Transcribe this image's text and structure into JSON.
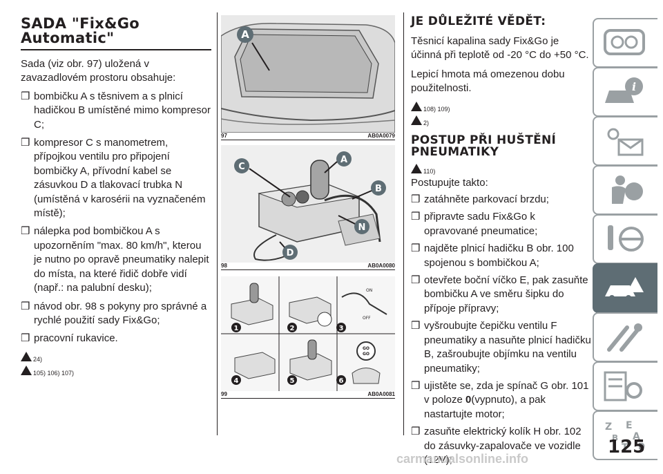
{
  "left": {
    "title": "SADA \"Fix&Go Automatic\"",
    "intro": "Sada (viz obr. 97) uložená v zavazadlovém prostoru obsahuje:",
    "bullets": [
      "bombičku A s těsnivem a s plnicí hadičkou B umístěné mimo kompresor C;",
      "kompresor C s manometrem, přípojkou ventilu pro připojení bombičky A, přívodní kabel se zásuvkou D a tlakovací trubka N (umístěná v karosérii na vyznačeném místě);",
      "nálepka pod bombičkou A s upozorněním \"max. 80 km/h\", kterou je nutno po opravě pneumatiky nalepit do místa, na které řidič dobře vidí (např.: na palubní desku);",
      "návod obr. 98 s pokyny pro správné a rychlé použití sady Fix&Go;",
      "pracovní rukavice."
    ],
    "warn1": "24)",
    "warn2": "105) 106) 107)"
  },
  "middle": {
    "fig97": {
      "num": "97",
      "code": "AB0A0079",
      "label_a": "A"
    },
    "fig98": {
      "num": "98",
      "code": "AB0A0080",
      "labels": [
        "A",
        "B",
        "C",
        "N",
        "D"
      ]
    },
    "fig99": {
      "num": "99",
      "code": "AB0A0081",
      "steps": [
        "1",
        "2",
        "3",
        "4",
        "5",
        "6"
      ],
      "on_label": "ON",
      "off_label": "OFF",
      "go_label": "GO"
    }
  },
  "right": {
    "title1": "JE DŮLEŽITÉ VĚDĚT:",
    "p1": "Těsnicí kapalina sady Fix&Go je účinná při teplotě od -20 °C do +50 °C.",
    "p2": "Lepicí hmota má omezenou dobu použitelnosti.",
    "warn1": "108) 109)",
    "warn2": "2)",
    "title2": "POSTUP PŘI HUŠTĚNÍ PNEUMATIKY",
    "warn3": "110)",
    "intro": "Postupujte takto:",
    "bullets": [
      "zatáhněte parkovací brzdu;",
      "připravte sadu Fix&Go k opravované pneumatice;",
      "najděte plnicí hadičku B obr. 100 spojenou s bombičkou A;",
      "otevřete boční víčko E, pak zasuňte bombičku A ve směru šipku do přípoje přípravy;",
      "vyšroubujte čepičku ventilu F pneumatiky a nasuňte plnicí hadičku B, zašroubujte objímku na ventilu pneumatiky;",
      "ujistěte se, zda je spínač G obr. 101 v poloze",
      "zasuňte elektrický kolík H obr. 102 do zásuvky-zapalovače ve vozidle (12V);"
    ],
    "switch_bold": "0",
    "switch_rest": "(vypnuto), a pak nastartujte motor;"
  },
  "bullet_glyph": "❒",
  "page_number": "125",
  "watermark": "carmanualsonline.info",
  "sidebar": [
    "dashboard-icon",
    "info-car-icon",
    "lights-mail-icon",
    "airbag-person-icon",
    "key-steering-icon",
    "breakdown-car-icon",
    "wrench-tools-icon",
    "list-settings-icon",
    "index-letters-icon"
  ],
  "colors": {
    "tab_border": "#9aa0a3",
    "tab_active": "#5e6d74",
    "figure_bg": "#efefef"
  }
}
